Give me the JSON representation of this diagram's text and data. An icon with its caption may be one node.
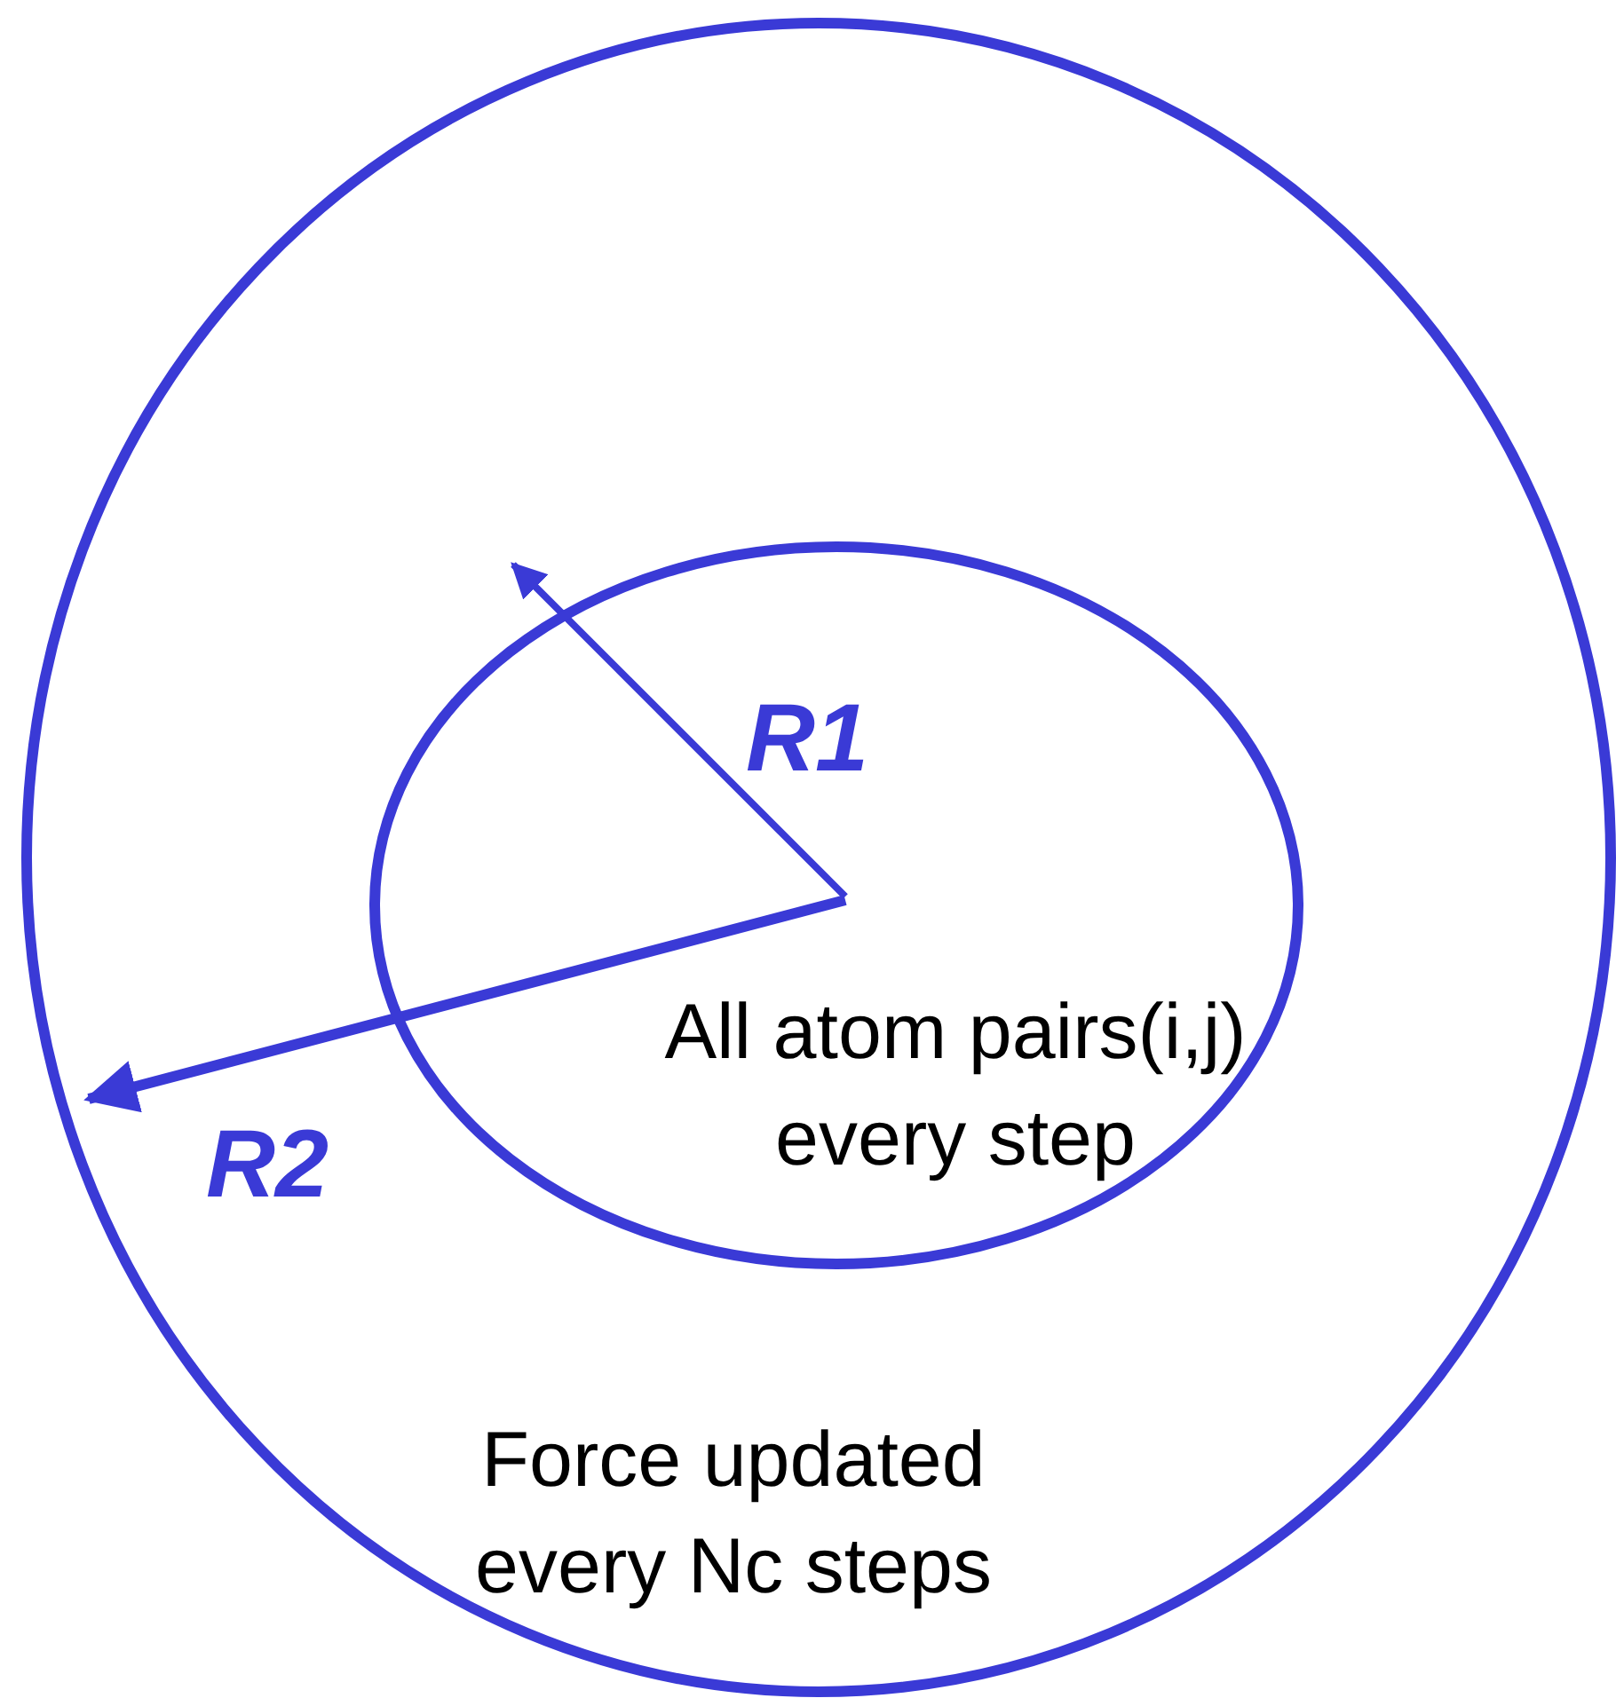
{
  "diagram": {
    "nodes": [
      {
        "text": [
          "Force updated every Nc steps"
        ]
      },
      {
        "text": [
          "All atom pairs(i,j) every step"
        ],
        "in": 0
      }
    ],
    "labels": [
      "R1",
      "R2"
    ]
  }
}
